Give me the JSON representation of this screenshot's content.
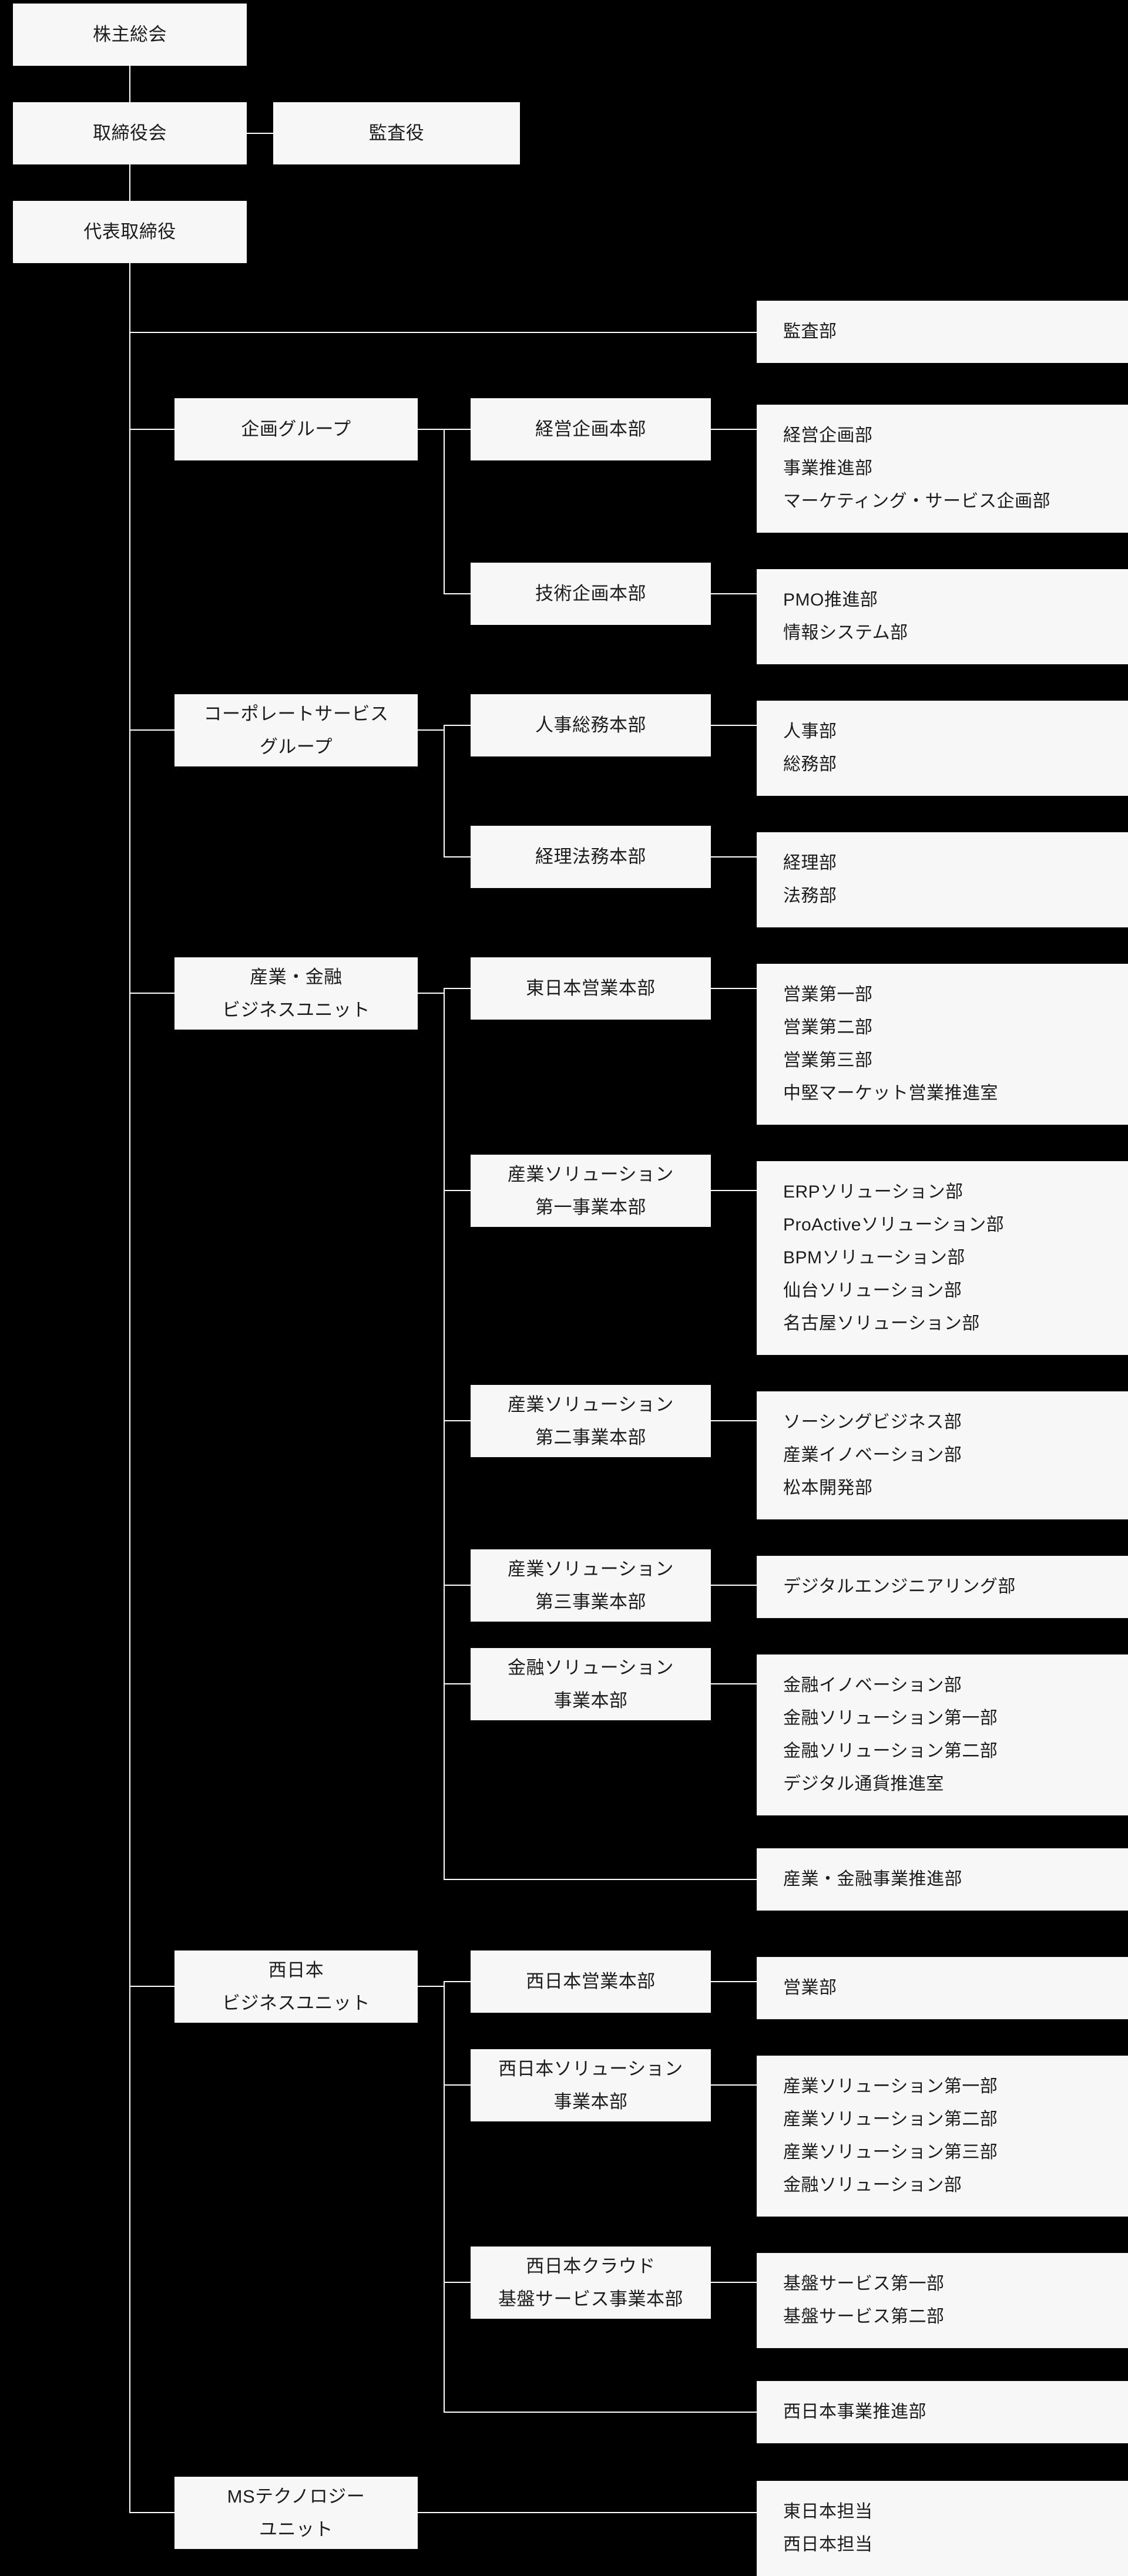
{
  "colors": {
    "background": "#000000",
    "node_fill": "#f7f7f7",
    "node_text": "#1c1c1c",
    "connector": "#ffffff"
  },
  "top": {
    "shareholders_meeting": "株主総会",
    "board_of_directors": "取締役会",
    "corporate_auditors": "監査役",
    "representative_director": "代表取締役"
  },
  "audit": {
    "department": "監査部"
  },
  "groups": [
    {
      "label_lines": [
        "企画グループ"
      ],
      "divisions": [
        {
          "label_lines": [
            "経営企画本部"
          ],
          "departments": [
            "経営企画部",
            "事業推進部",
            "マーケティング・サービス企画部"
          ]
        },
        {
          "label_lines": [
            "技術企画本部"
          ],
          "departments": [
            "PMO推進部",
            "情報システム部"
          ]
        }
      ]
    },
    {
      "label_lines": [
        "コーポレートサービス",
        "グループ"
      ],
      "divisions": [
        {
          "label_lines": [
            "人事総務本部"
          ],
          "departments": [
            "人事部",
            "総務部"
          ]
        },
        {
          "label_lines": [
            "経理法務本部"
          ],
          "departments": [
            "経理部",
            "法務部"
          ]
        }
      ]
    },
    {
      "label_lines": [
        "産業・金融",
        "ビジネスユニット"
      ],
      "divisions": [
        {
          "label_lines": [
            "東日本営業本部"
          ],
          "departments": [
            "営業第一部",
            "営業第二部",
            "営業第三部",
            "中堅マーケット営業推進室"
          ]
        },
        {
          "label_lines": [
            "産業ソリューション",
            "第一事業本部"
          ],
          "departments": [
            "ERPソリューション部",
            "ProActiveソリューション部",
            "BPMソリューション部",
            "仙台ソリューション部",
            "名古屋ソリューション部"
          ]
        },
        {
          "label_lines": [
            "産業ソリューション",
            "第二事業本部"
          ],
          "departments": [
            "ソーシングビジネス部",
            "産業イノベーション部",
            "松本開発部"
          ]
        },
        {
          "label_lines": [
            "産業ソリューション",
            "第三事業本部"
          ],
          "departments": [
            "デジタルエンジニアリング部"
          ]
        },
        {
          "label_lines": [
            "金融ソリューション",
            "事業本部"
          ],
          "departments": [
            "金融イノベーション部",
            "金融ソリューション第一部",
            "金融ソリューション第二部",
            "デジタル通貨推進室"
          ]
        }
      ],
      "direct_department": "産業・金融事業推進部"
    },
    {
      "label_lines": [
        "西日本",
        "ビジネスユニット"
      ],
      "divisions": [
        {
          "label_lines": [
            "西日本営業本部"
          ],
          "departments": [
            "営業部"
          ]
        },
        {
          "label_lines": [
            "西日本ソリューション",
            "事業本部"
          ],
          "departments": [
            "産業ソリューション第一部",
            "産業ソリューション第二部",
            "産業ソリューション第三部",
            "金融ソリューション部"
          ]
        },
        {
          "label_lines": [
            "西日本クラウド",
            "基盤サービス事業本部"
          ],
          "departments": [
            "基盤サービス第一部",
            "基盤サービス第二部"
          ]
        }
      ],
      "direct_department": "西日本事業推進部"
    },
    {
      "label_lines": [
        "MSテクノロジー",
        "ユニット"
      ],
      "divisions": [],
      "assignments": [
        "東日本担当",
        "西日本担当"
      ]
    }
  ]
}
